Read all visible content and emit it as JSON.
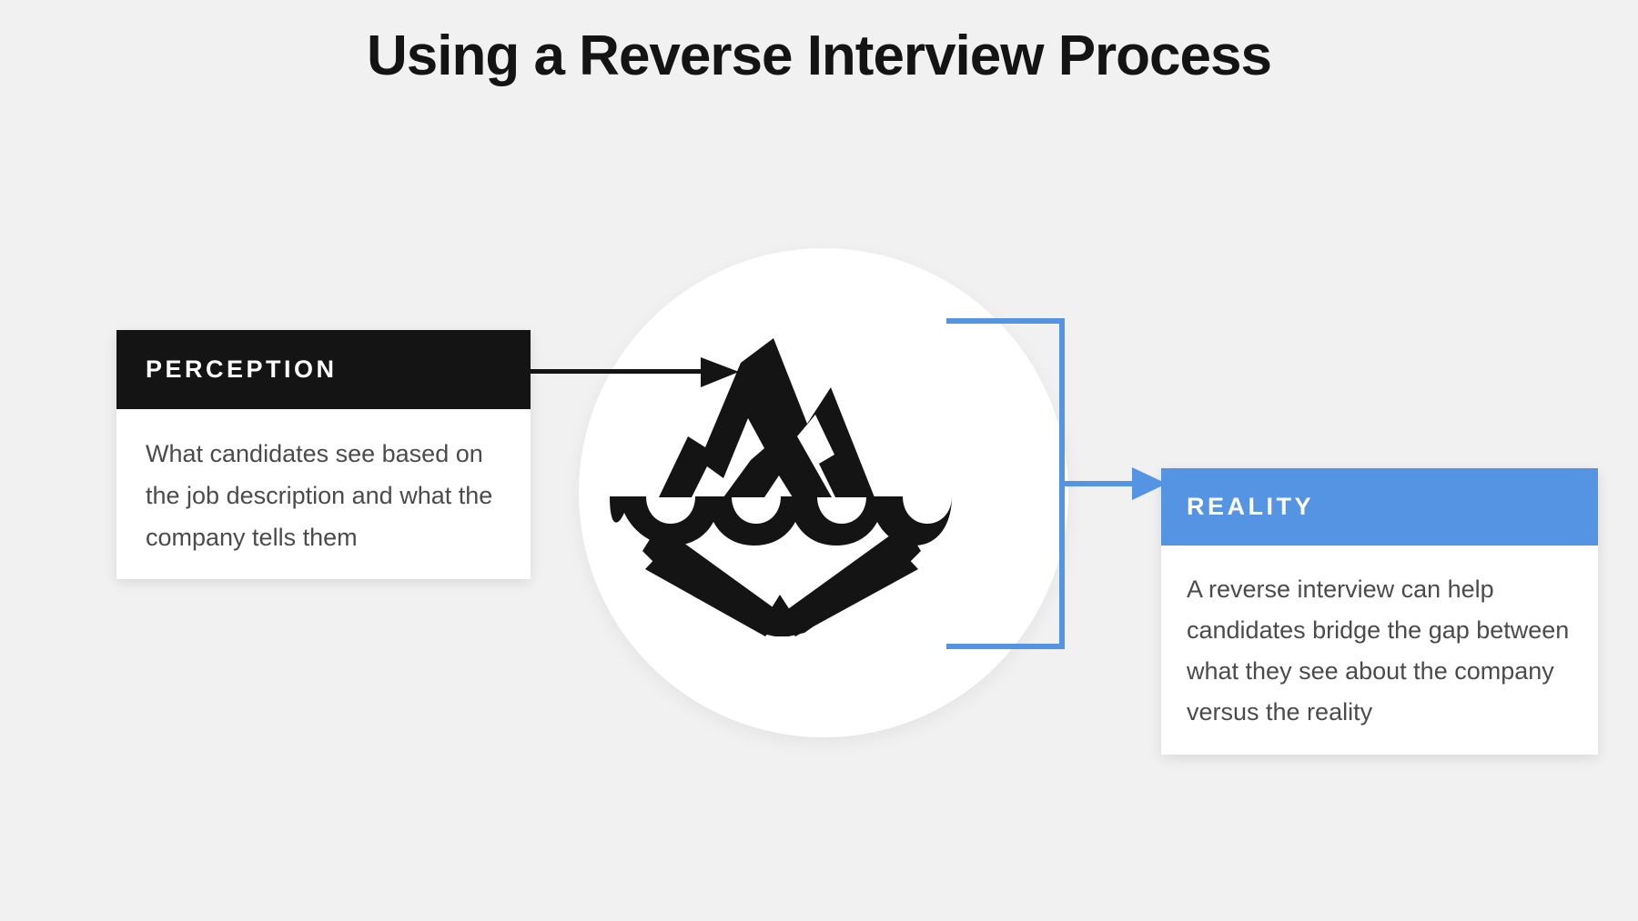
{
  "slide": {
    "title": "Using a Reverse Interview Process",
    "background_color": "#f1f1f1"
  },
  "center": {
    "icon_name": "iceberg-icon",
    "circle_color": "#ffffff",
    "icon_color": "#141414"
  },
  "cards": {
    "perception": {
      "header": "PERCEPTION",
      "header_color": "#141414",
      "body": "What candidates see based on the job description and what the company tells them"
    },
    "reality": {
      "header": "REALITY",
      "header_color": "#5494e3",
      "body": "A reverse interview can help candidates bridge the gap between what they see about the company versus the reality"
    }
  },
  "connectors": {
    "perception_arrow": {
      "name": "arrow-right-icon",
      "color": "#141414"
    },
    "reality_bracket": {
      "name": "bracket-arrow-right-icon",
      "color": "#5494e3"
    }
  }
}
